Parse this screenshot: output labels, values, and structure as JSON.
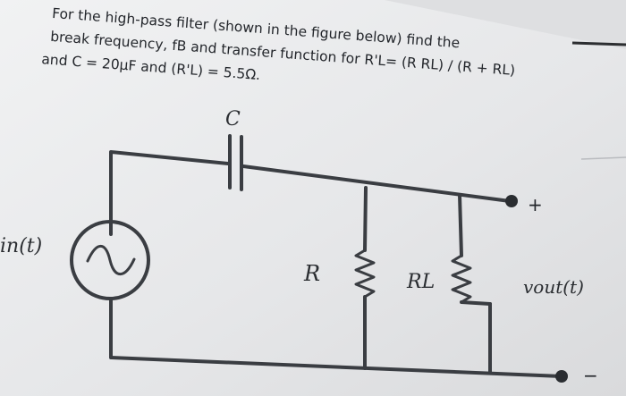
{
  "problem": {
    "line1": "For the high-pass filter (shown in the figure below) find the",
    "line2": "break frequency, fB and transfer function for R'L= (R RL) / (R + RL)",
    "line3": "and C = 20μF and (R'L) = 5.5Ω."
  },
  "circuit": {
    "capacitor_label": "C",
    "source_label": "in(t)",
    "resistor_label": "R",
    "load_label": "RL",
    "output_label": "vout(t)",
    "plus_sign": "+",
    "minus_sign": "−"
  },
  "colors": {
    "paper": "#e9eaec",
    "ink": "#2a2d31"
  }
}
